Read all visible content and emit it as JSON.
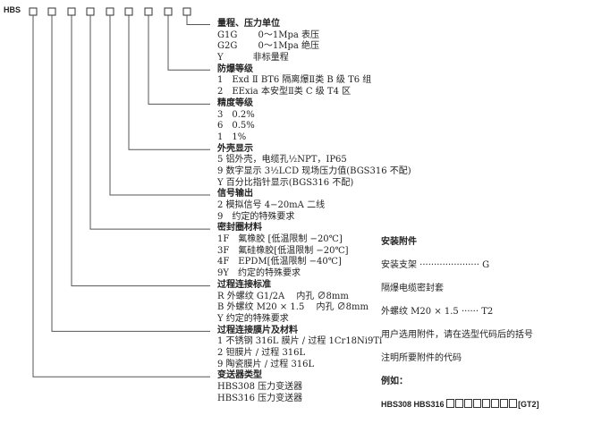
{
  "model_prefix": "HBS",
  "code_boxes": 9,
  "sections": [
    {
      "heading": "量程、压力单位",
      "items": [
        "G1G　　 0～1Mpa 表压",
        "G2G　　 0～1Mpa 绝压",
        "Y　　　 非标量程"
      ]
    },
    {
      "heading": "防爆等级",
      "items": [
        "1　Exd Ⅱ BT6 隔离爆Ⅱ类 B 级 T6 组",
        "2　EExia 本安型Ⅱ类 C 级 T4 区"
      ]
    },
    {
      "heading": "精度等级",
      "items": [
        "3　0.2%",
        "6　0.5%",
        "1　1%"
      ]
    },
    {
      "heading": "外壳显示",
      "items": [
        "5 铝外壳，电缆孔½NPT，IP65",
        "9 数字显示 3½LCD 现场压力值(BGS316 不配)",
        "Y 百分比指针显示(BGS316 不配)"
      ]
    },
    {
      "heading": "信号输出",
      "items": [
        "2 模拟信号 4−20mA 二线",
        "9　约定的特殊要求"
      ]
    },
    {
      "heading": "密封圈材料",
      "items": [
        "1F　氟橡胶 [低温限制 −20℃]",
        "3F　氟硅橡胶[低温限制 −20℃]",
        "4F　EPDM[低温限制 −40℃]",
        "9Y　约定的特殊要求"
      ]
    },
    {
      "heading": "过程连接标准",
      "items": [
        "R 外螺纹 G1/2A　 内孔 ∅8mm",
        "B 外螺纹 M20 × 1.5　 内孔 ∅8mm",
        "Y 约定的特殊要求"
      ]
    },
    {
      "heading": "过程连接膜片及材料",
      "items": [
        "1 不锈钢 316L 膜片 / 过程 1Cr18Ni9Ti",
        "2 钽膜片 / 过程 316L",
        "9 陶瓷膜片 / 过程 316L"
      ]
    },
    {
      "heading": "变送器类型",
      "items": [
        "HBS308 压力变送器",
        "HBS316 压力变送器"
      ]
    }
  ],
  "accessories": {
    "heading": "安装附件",
    "bracket": "安装支架 ····················· G",
    "cable_seal": "隔爆电缆密封套",
    "thread": "外螺纹 M20 × 1.5 ······ T2",
    "note1": "用户选用附件，请在选型代码后的括号",
    "note2": "注明所要附件的代码",
    "example_label": "例如：",
    "example_prefix": "HBS308  HBS316",
    "example_suffix": "[GT2]"
  }
}
